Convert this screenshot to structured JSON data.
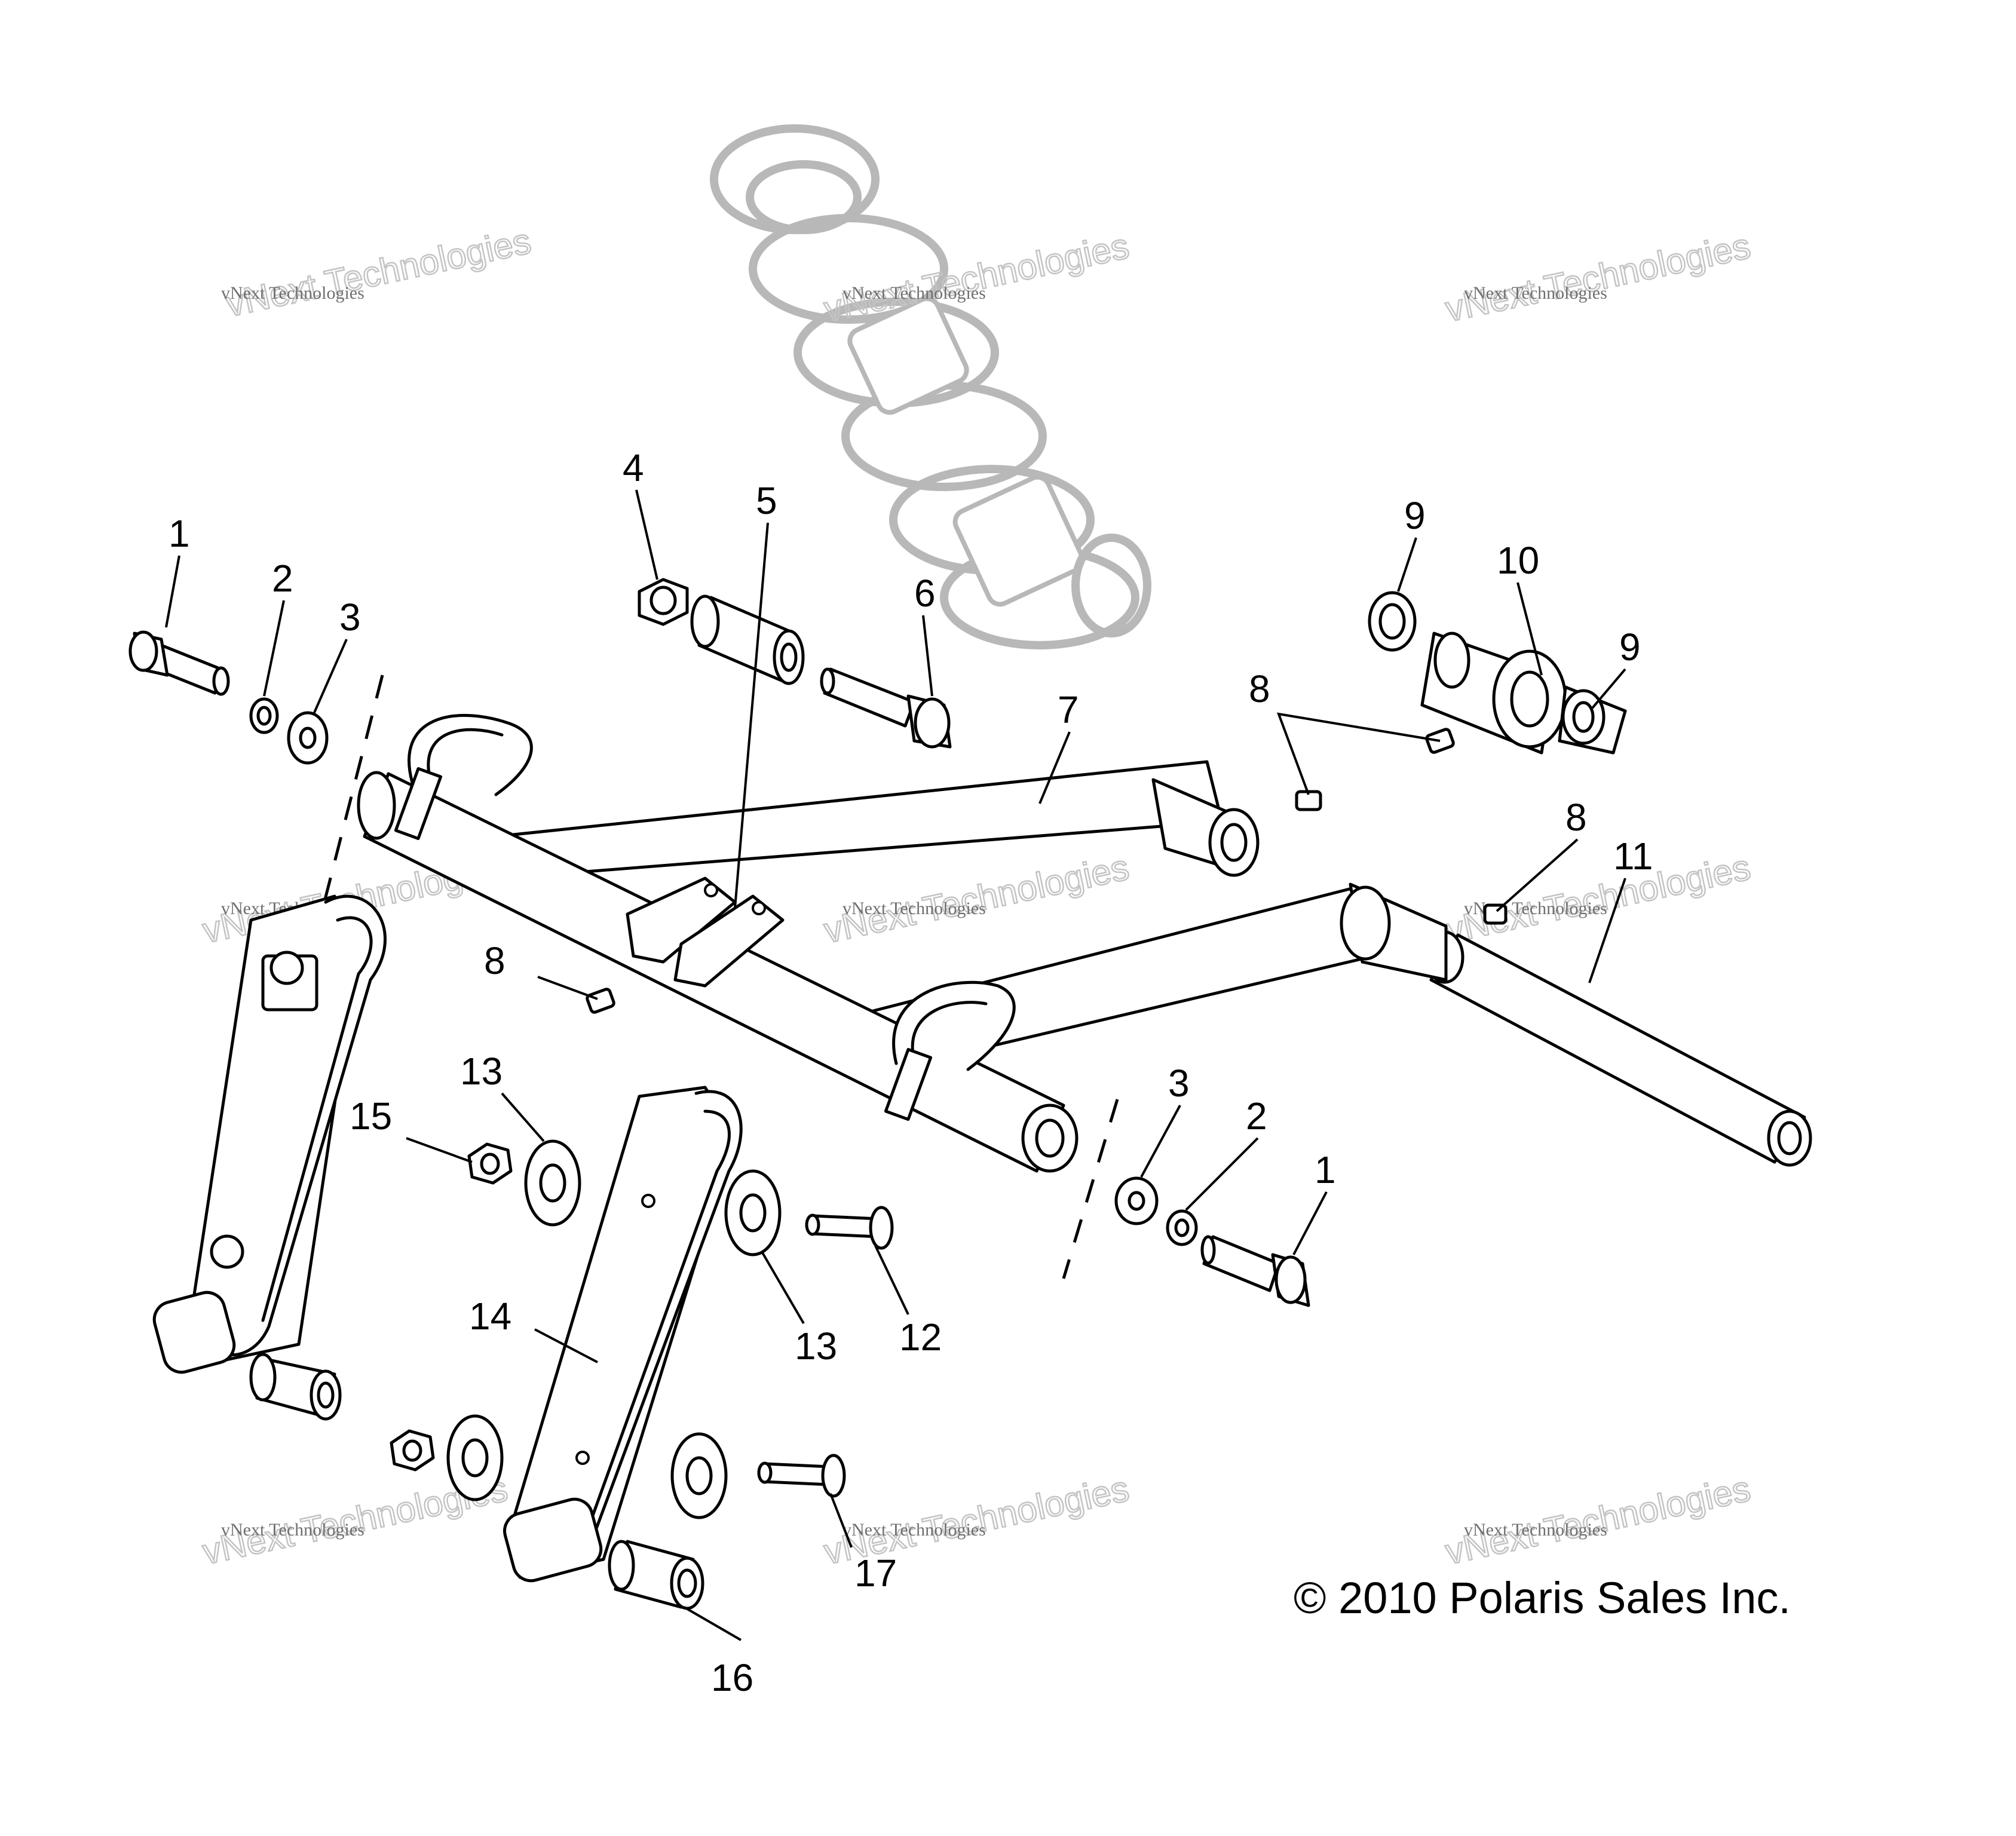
{
  "diagram": {
    "callouts": [
      {
        "id": "c1a",
        "text": "1"
      },
      {
        "id": "c2a",
        "text": "2"
      },
      {
        "id": "c3a",
        "text": "3"
      },
      {
        "id": "c4",
        "text": "4"
      },
      {
        "id": "c5",
        "text": "5"
      },
      {
        "id": "c6",
        "text": "6"
      },
      {
        "id": "c7",
        "text": "7"
      },
      {
        "id": "c8a",
        "text": "8"
      },
      {
        "id": "c8b",
        "text": "8"
      },
      {
        "id": "c8c",
        "text": "8"
      },
      {
        "id": "c9a",
        "text": "9"
      },
      {
        "id": "c9b",
        "text": "9"
      },
      {
        "id": "c10",
        "text": "10"
      },
      {
        "id": "c11",
        "text": "11"
      },
      {
        "id": "c3b",
        "text": "3"
      },
      {
        "id": "c2b",
        "text": "2"
      },
      {
        "id": "c1b",
        "text": "1"
      },
      {
        "id": "c12",
        "text": "12"
      },
      {
        "id": "c13a",
        "text": "13"
      },
      {
        "id": "c13b",
        "text": "13"
      },
      {
        "id": "c14",
        "text": "14"
      },
      {
        "id": "c15",
        "text": "15"
      },
      {
        "id": "c16",
        "text": "16"
      },
      {
        "id": "c17",
        "text": "17"
      }
    ],
    "watermark": {
      "small": "vNext Technologies",
      "large": "vNext Technologies"
    },
    "copyright": "© 2010 Polaris Sales Inc."
  }
}
